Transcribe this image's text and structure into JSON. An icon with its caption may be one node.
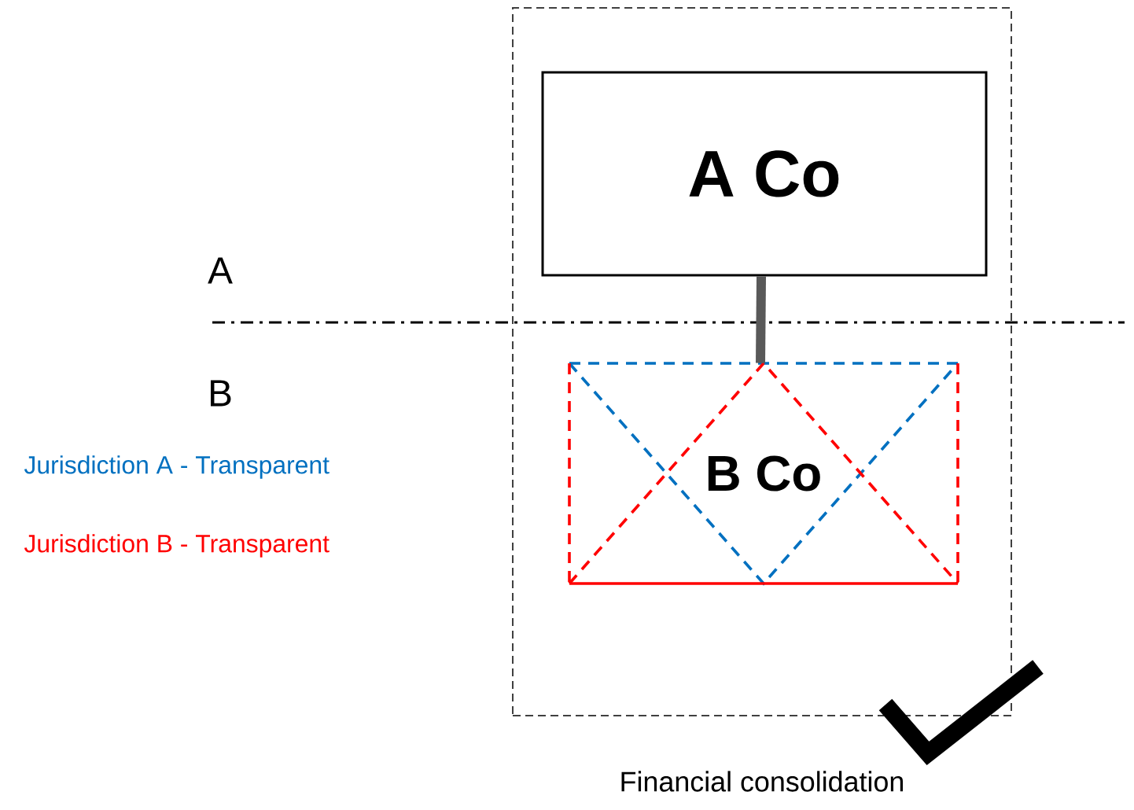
{
  "diagram": {
    "nodes": [
      {
        "text": [
          "Financial consolidation"
        ]
      },
      {
        "text": [
          "A Co"
        ],
        "in": 0
      },
      {
        "text": [
          "B Co"
        ],
        "in": 0
      }
    ],
    "edges": [
      {
        "from": 1,
        "to": 2,
        "arrow": "none"
      }
    ],
    "labels": [
      "A",
      "B",
      "Jurisdiction A - Transparent",
      "Jurisdiction B - Transparent"
    ]
  }
}
